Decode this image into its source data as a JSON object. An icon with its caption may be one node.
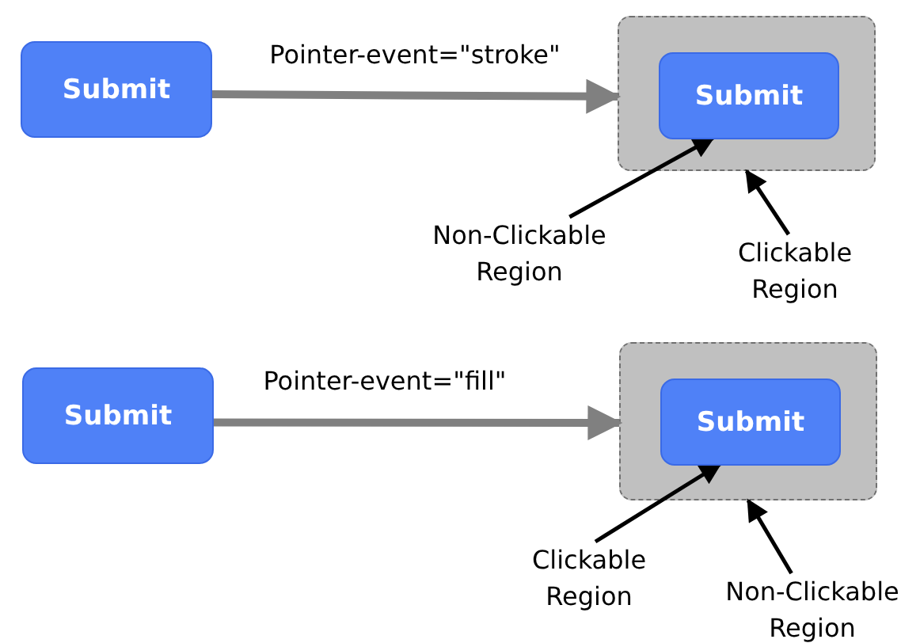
{
  "diagram": {
    "nodes": [
      {
        "text": [
          "Submit"
        ]
      },
      {
        "text": [],
        "shape": "box"
      },
      {
        "text": [
          "Submit"
        ],
        "in": 1
      },
      {
        "text": [
          "Non-Clickable Region"
        ]
      },
      {
        "text": [
          "Clickable Region"
        ]
      },
      {
        "text": [
          "Submit"
        ]
      },
      {
        "text": [],
        "shape": "box"
      },
      {
        "text": [
          "Submit"
        ],
        "in": 6
      },
      {
        "text": [
          "Clickable Region"
        ]
      },
      {
        "text": [
          "Non-Clickable Region"
        ]
      }
    ],
    "edges": [
      {
        "from": 0,
        "to": 1,
        "arrow": "to",
        "label": "Pointer-event=\"stroke\"",
        "style": "thick",
        "color": "#808080"
      },
      {
        "from": 3,
        "to": 2,
        "arrow": "to"
      },
      {
        "from": 4,
        "to": 1,
        "arrow": "to"
      },
      {
        "from": 5,
        "to": 6,
        "arrow": "to",
        "label": "Pointer-event=\"fill\"",
        "style": "thick",
        "color": "#808080"
      },
      {
        "from": 8,
        "to": 7,
        "arrow": "to"
      },
      {
        "from": 9,
        "to": 6,
        "arrow": "to"
      }
    ]
  }
}
